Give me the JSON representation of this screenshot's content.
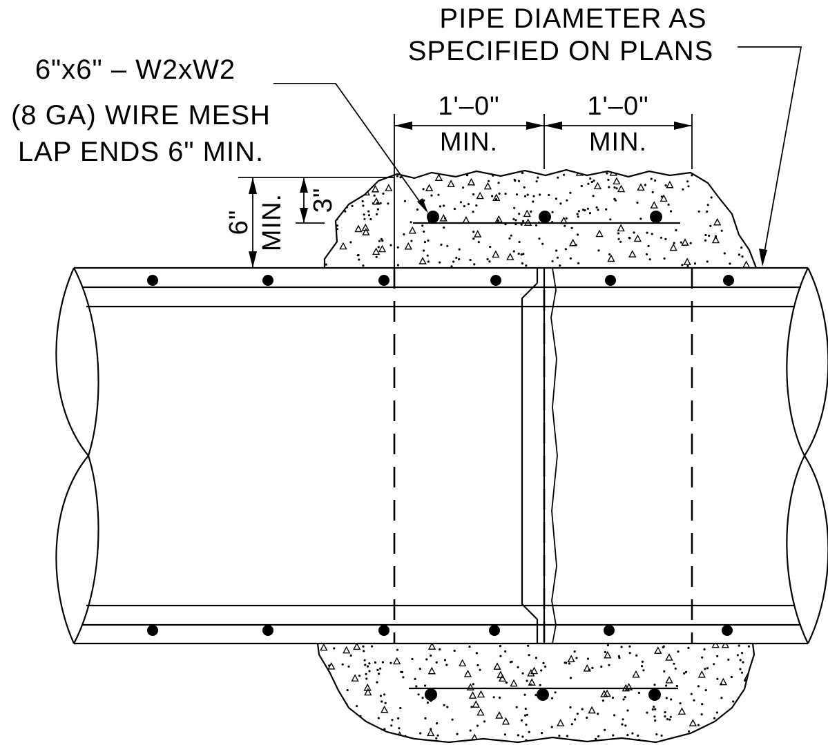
{
  "labels": {
    "pipe_diameter_line1": "PIPE DIAMETER AS",
    "pipe_diameter_line2": "SPECIFIED ON PLANS",
    "mesh_line1": "6\"x6\" – W2xW2",
    "mesh_line2": "(8 GA) WIRE MESH",
    "mesh_line3": "LAP ENDS 6\" MIN."
  },
  "dimensions": {
    "left_dim_value": "1'–0\"",
    "left_dim_min": "MIN.",
    "right_dim_value": "1'–0\"",
    "right_dim_min": "MIN.",
    "cover_value": "6\"",
    "cover_min": "MIN.",
    "mesh_depth": "3\""
  }
}
